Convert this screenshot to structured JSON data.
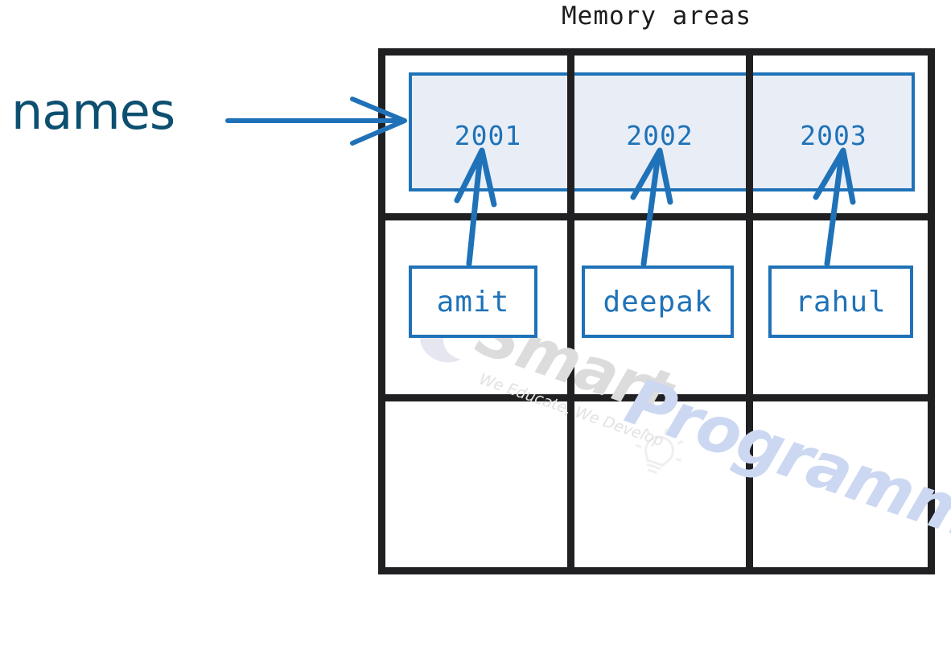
{
  "title": "Memory areas",
  "variable": {
    "label": "names"
  },
  "colors": {
    "accent_blue": "#1f72b8",
    "band_fill": "#e9eef6",
    "grid_black": "#202022",
    "label_teal": "#0d4f70",
    "watermark_grey": "#dcdcdc",
    "watermark_blue": "#ccd8f2"
  },
  "grid": {
    "columns": 3,
    "rows": 3,
    "col_edges": [
      470,
      705,
      927,
      1162
    ],
    "row_edges": [
      60,
      265,
      490,
      714
    ]
  },
  "memory": {
    "addresses": [
      "2001",
      "2002",
      "2003"
    ],
    "values": [
      "amit",
      "deepak",
      "rahul"
    ]
  },
  "arrows": {
    "pointer_label": "names-to-array-arrow",
    "value_to_address": [
      "amit-to-2001-arrow",
      "deepak-to-2002-arrow",
      "rahul-to-2003-arrow"
    ]
  },
  "watermark": {
    "brand_first": "Smart",
    "brand_second": "Programming",
    "tagline": "We Educate, We Develop"
  }
}
